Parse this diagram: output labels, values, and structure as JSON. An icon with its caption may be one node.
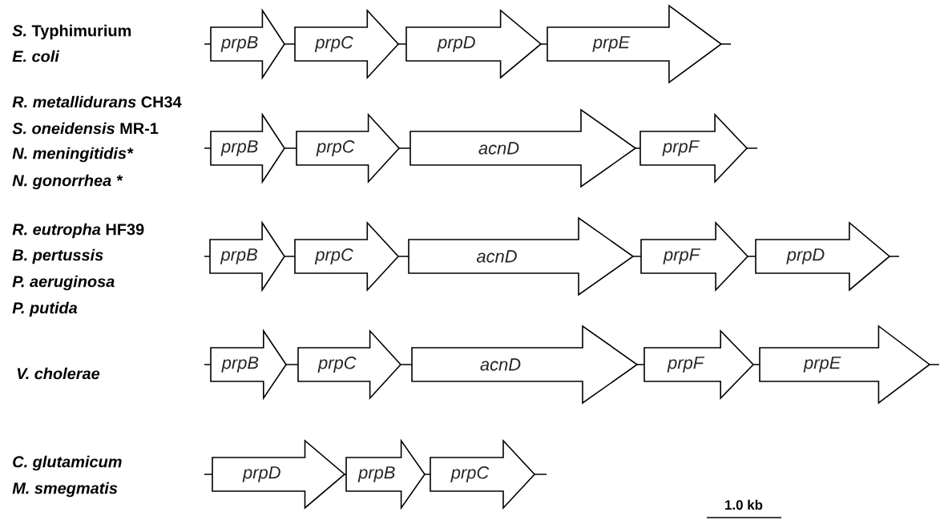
{
  "diagram": {
    "nodes": [
      {
        "text": [
          "prpB"
        ]
      },
      {
        "text": [
          "prpC"
        ]
      },
      {
        "text": [
          "prpD"
        ]
      },
      {
        "text": [
          "prpE"
        ]
      },
      {
        "text": [
          "prpB"
        ]
      },
      {
        "text": [
          "prpC"
        ]
      },
      {
        "text": [
          "acnD"
        ]
      },
      {
        "text": [
          "prpF"
        ]
      },
      {
        "text": [
          "prpB"
        ]
      },
      {
        "text": [
          "prpC"
        ]
      },
      {
        "text": [
          "acnD"
        ]
      },
      {
        "text": [
          "prpF"
        ]
      },
      {
        "text": [
          "prpD"
        ]
      },
      {
        "text": [
          "prpB"
        ]
      },
      {
        "text": [
          "prpC"
        ]
      },
      {
        "text": [
          "acnD"
        ]
      },
      {
        "text": [
          "prpF"
        ]
      },
      {
        "text": [
          "prpE"
        ]
      },
      {
        "text": [
          "prpD"
        ]
      },
      {
        "text": [
          "prpB"
        ]
      },
      {
        "text": [
          "prpC"
        ]
      }
    ],
    "labels": [
      "*S.* Typhimurium",
      "E. coli",
      "*R. metallidurans* CH34",
      "*S. oneidensis* MR-1",
      "N. meningitidis*",
      "N. gonorrhea *",
      "*R. eutropha* HF39",
      "B. pertussis",
      "P. aeruginosa",
      "P. putida",
      "V. cholerae",
      "C. glutamicum",
      "M. smegmatis",
      "1.0 kb"
    ]
  }
}
